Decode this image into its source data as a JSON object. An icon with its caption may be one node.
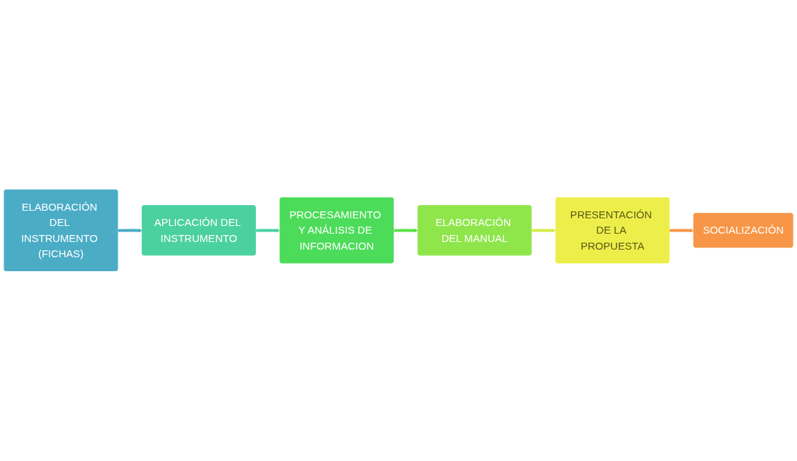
{
  "diagram": {
    "nodes": [
      {
        "text": [
          "ELABORACIÓN DEL INSTRUMENTO (FICHAS)"
        ]
      },
      {
        "text": [
          "APLICACIÓN DEL INSTRUMENTO"
        ]
      },
      {
        "text": [
          "PROCESAMIENTO Y ANÁLISIS DE INFORMACION"
        ]
      },
      {
        "text": [
          "ELABORACIÓN DEL MANUAL"
        ]
      },
      {
        "text": [
          "PRESENTACIÓN DE LA PROPUESTA"
        ]
      },
      {
        "text": [
          "SOCIALIZACIÓN"
        ]
      }
    ],
    "edges": [
      {
        "from": 0,
        "to": 1,
        "arrow": "to",
        "color": "#4bacc6"
      },
      {
        "from": 1,
        "to": 2,
        "arrow": "to",
        "color": "#4bd1a0"
      },
      {
        "from": 2,
        "to": 3,
        "arrow": "to",
        "color": "#5ae04a"
      },
      {
        "from": 3,
        "to": 4,
        "arrow": "to",
        "color": "#d6ec4a"
      },
      {
        "from": 4,
        "to": 5,
        "arrow": "to",
        "color": "#f79646"
      }
    ]
  }
}
